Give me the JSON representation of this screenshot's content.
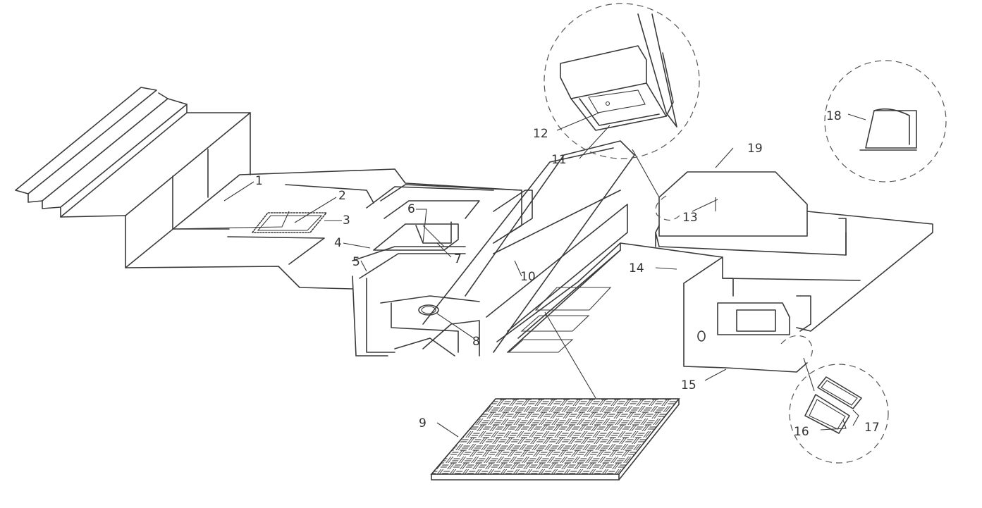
{
  "callouts": [
    {
      "id": "1",
      "text": "1"
    },
    {
      "id": "2",
      "text": "2"
    },
    {
      "id": "3",
      "text": "3"
    },
    {
      "id": "4",
      "text": "4"
    },
    {
      "id": "5",
      "text": "5"
    },
    {
      "id": "6",
      "text": "6"
    },
    {
      "id": "7",
      "text": "7"
    },
    {
      "id": "8",
      "text": "8"
    },
    {
      "id": "9",
      "text": "9"
    },
    {
      "id": "10",
      "text": "10"
    },
    {
      "id": "11",
      "text": "11"
    },
    {
      "id": "12",
      "text": "12"
    },
    {
      "id": "13",
      "text": "13"
    },
    {
      "id": "14",
      "text": "14"
    },
    {
      "id": "15",
      "text": "15"
    },
    {
      "id": "16",
      "text": "16"
    },
    {
      "id": "17",
      "text": "17"
    },
    {
      "id": "18",
      "text": "18"
    },
    {
      "id": "19",
      "text": "19"
    }
  ],
  "colors": {
    "line": "#3a3a3a",
    "background": "#ffffff"
  }
}
